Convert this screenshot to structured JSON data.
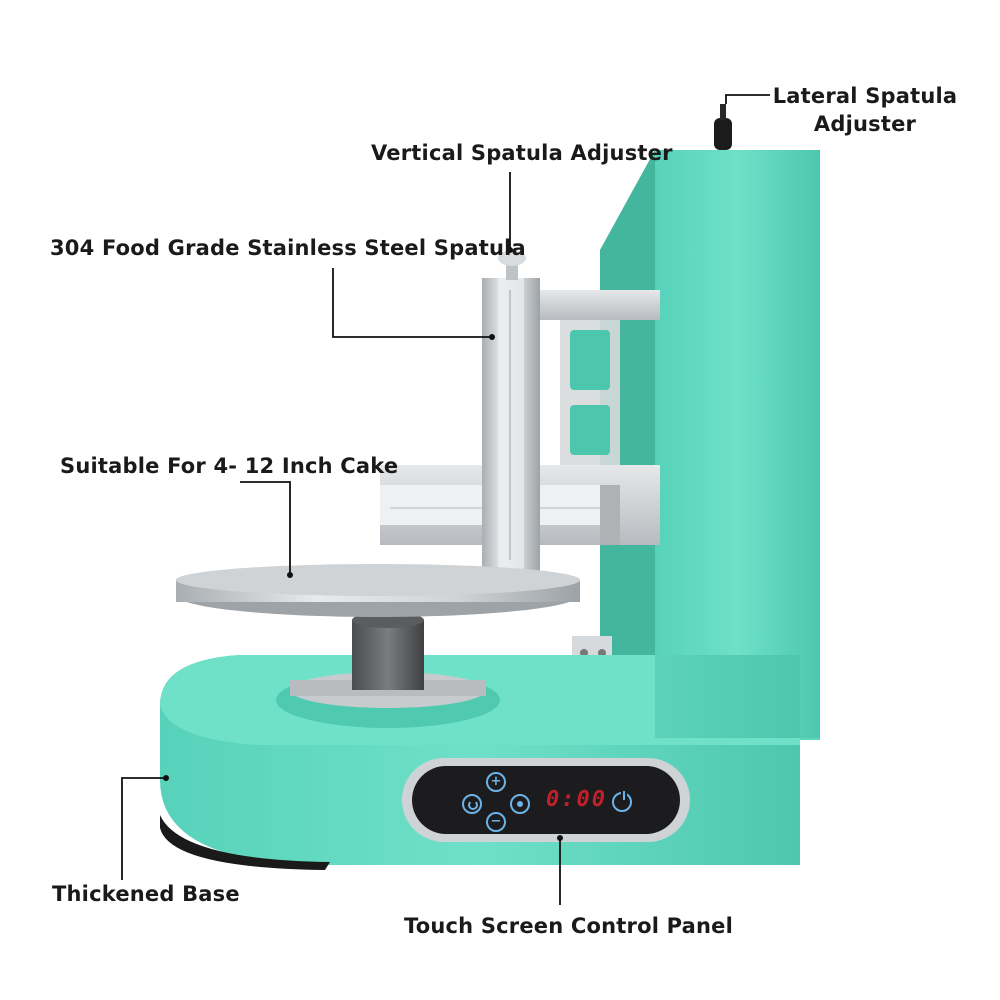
{
  "labels": {
    "lateral_adjuster_line1": "Lateral Spatula",
    "lateral_adjuster_line2": "Adjuster",
    "vertical_adjuster": "Vertical Spatula Adjuster",
    "spatula": "304 Food Grade Stainless Steel Spatula",
    "cake_size": "Suitable For 4- 12 Inch Cake",
    "base": "Thickened Base",
    "control_panel": "Touch Screen Control Panel"
  },
  "control_panel": {
    "display": "0:00",
    "button_plus": "+",
    "button_minus": "−"
  },
  "colors": {
    "machine_body": "#5ed8c0",
    "machine_shadow": "#3fbba3",
    "steel": "#c9cdd0",
    "panel": "#1c1c1e",
    "display_red": "#c0202a",
    "icon_blue": "#6cb4e8",
    "callout_line": "#111111"
  }
}
